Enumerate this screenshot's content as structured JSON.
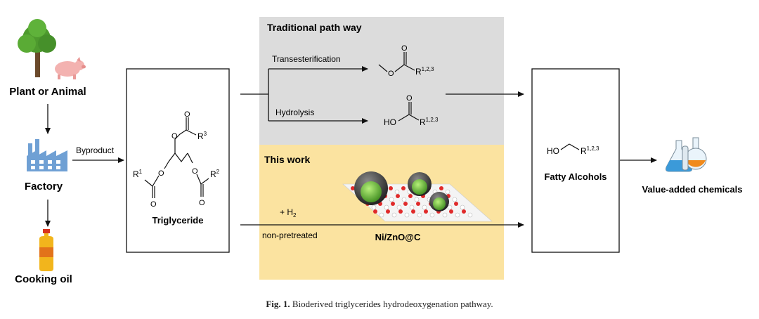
{
  "sources": {
    "plant_animal": "Plant or Animal",
    "factory": "Factory",
    "cooking_oil": "Cooking oil"
  },
  "edges": {
    "byproduct": "Byproduct",
    "transesterification": "Transesterification",
    "hydrolysis": "Hydrolysis",
    "hydrogen": "+ H",
    "hydrogen_sub": "2",
    "non_pretreated": "non-pretreated"
  },
  "triglyceride": {
    "label": "Triglyceride",
    "r1": "R",
    "r1_sup": "1",
    "r2": "R",
    "r2_sup": "2",
    "r3": "R",
    "r3_sup": "3"
  },
  "traditional": {
    "title": "Traditional path way",
    "ester_r": "R",
    "ester_sup": "1,2,3",
    "acid_ho": "HO",
    "acid_r": "R",
    "acid_sup": "1,2,3"
  },
  "this_work": {
    "title": "This work",
    "catalyst": "Ni/ZnO@C"
  },
  "product": {
    "ho": "HO",
    "r": "R",
    "r_sup": "1,2,3",
    "label": "Fatty Alcohols"
  },
  "final": "Value-added chemicals",
  "caption": {
    "fig": "Fig. 1.",
    "text": "Bioderived triglycerides hydrodeoxygenation pathway."
  },
  "colors": {
    "traditional_bg": "#dcdcdc",
    "this_work_bg": "#fbe3a0",
    "tree_canopy": "#4e9a2e",
    "pig": "#f3b2b0",
    "factory": "#6fa0d4",
    "oil": "#f2b51c",
    "nanoparticle": "#6fbf3a"
  }
}
